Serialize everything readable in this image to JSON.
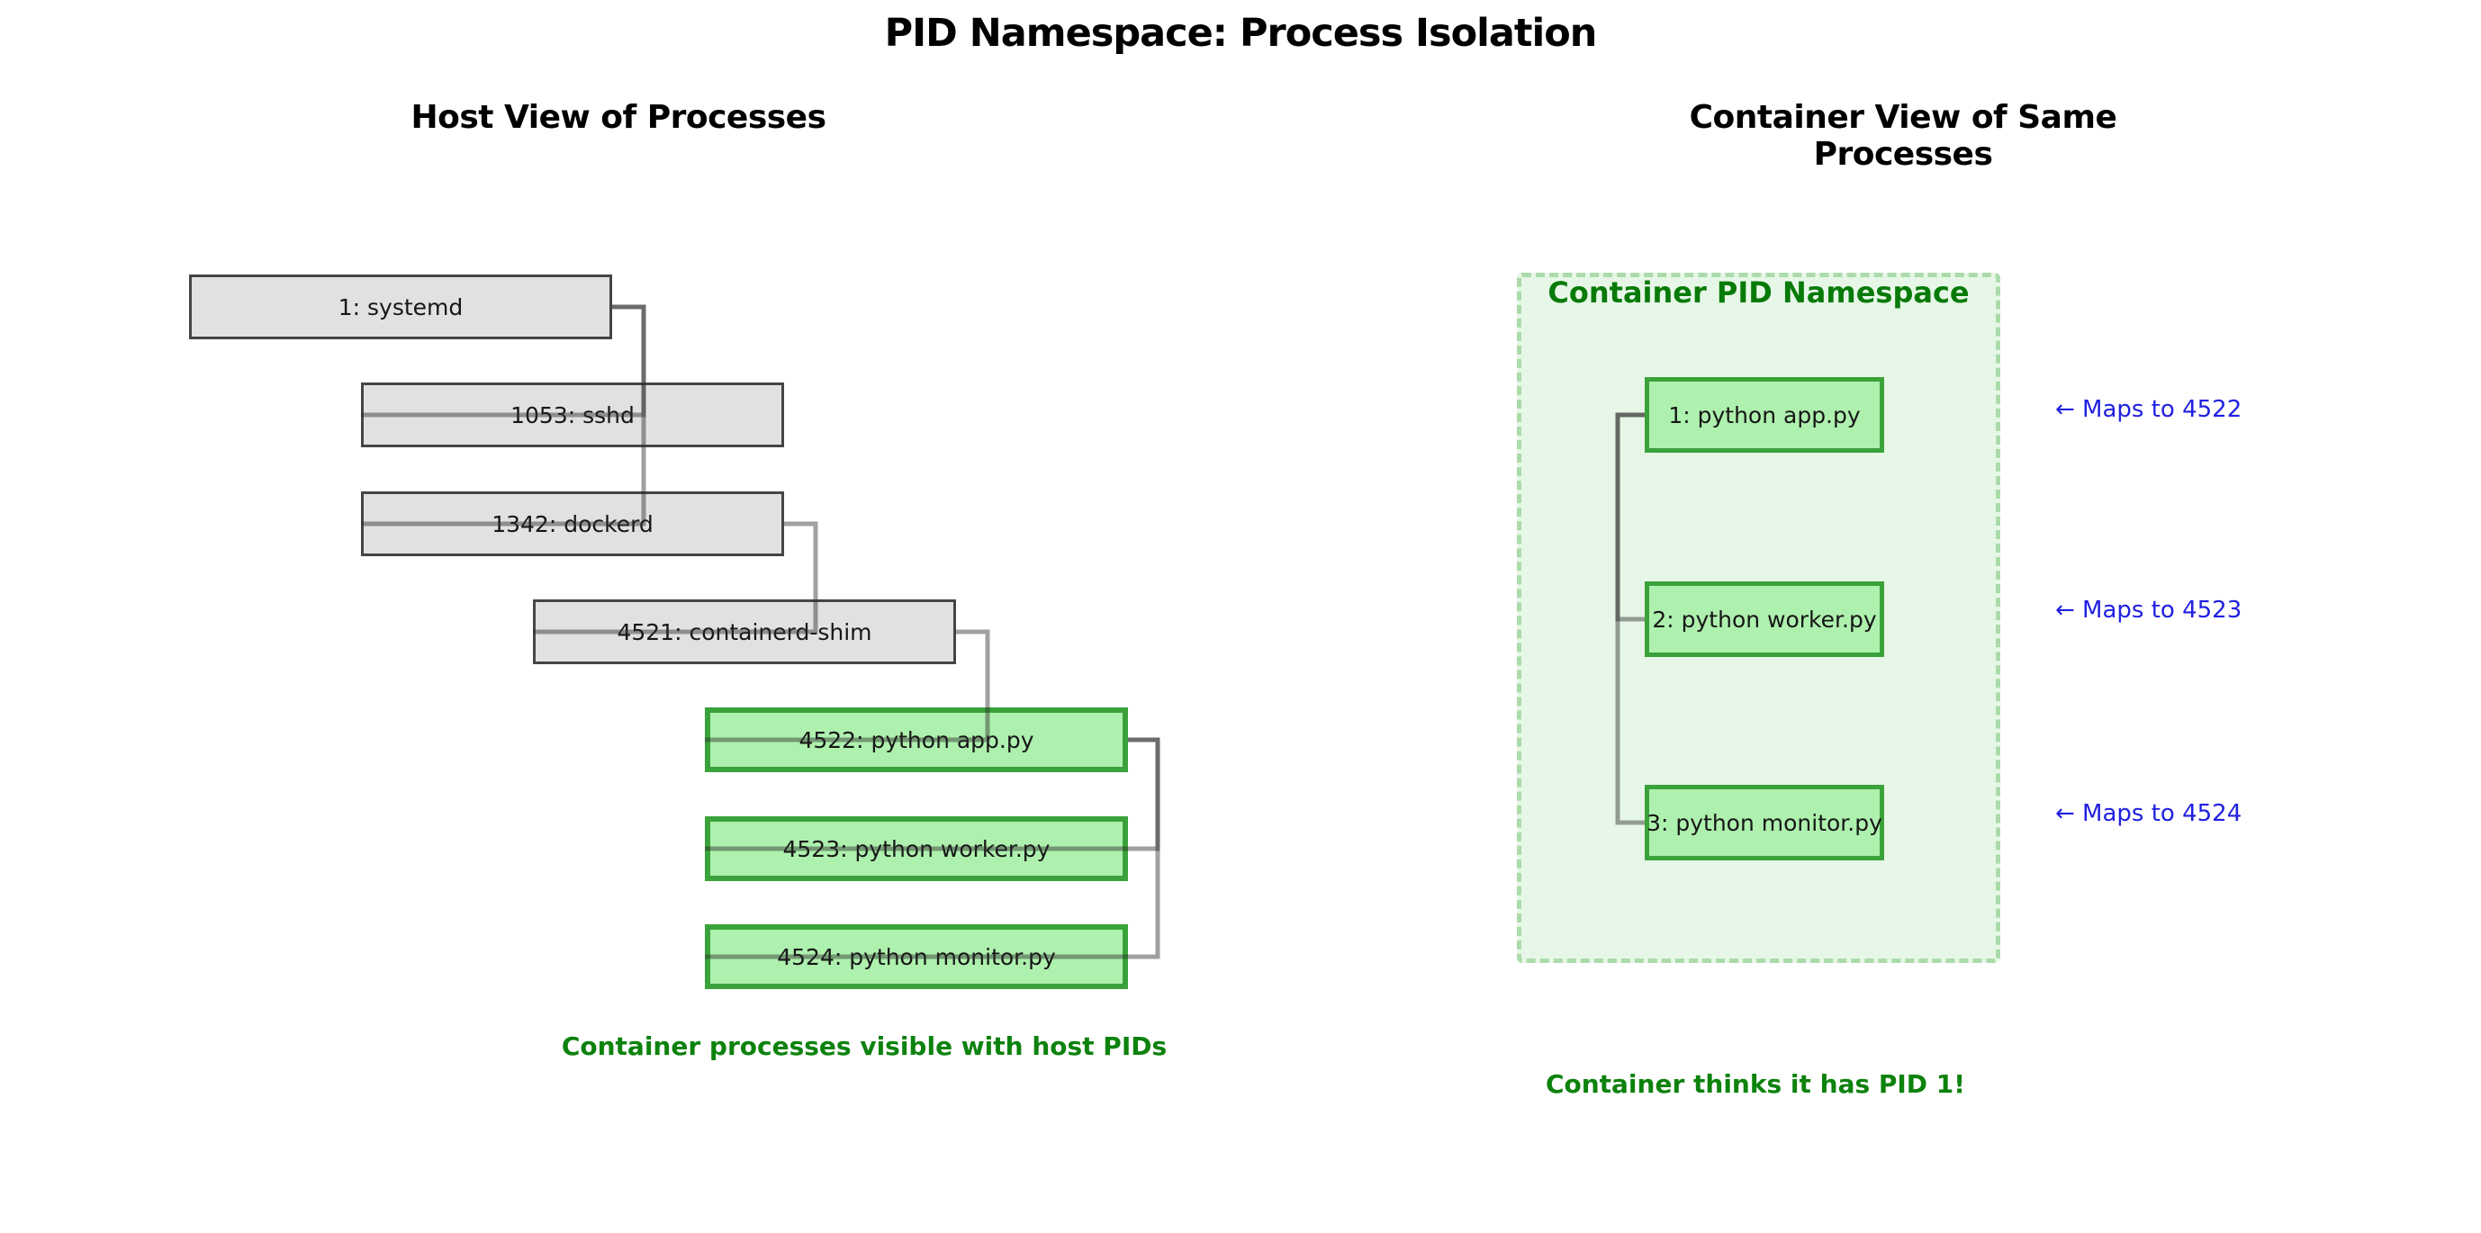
{
  "title": "PID Namespace: Process Isolation",
  "host_panel": {
    "heading": "Host View of Processes",
    "caption": "Container processes visible with host PIDs",
    "processes": [
      {
        "label": "1: systemd"
      },
      {
        "label": "1053: sshd"
      },
      {
        "label": "1342: dockerd"
      },
      {
        "label": "4521: containerd-shim"
      },
      {
        "label": "4522: python app.py"
      },
      {
        "label": "4523: python worker.py"
      },
      {
        "label": "4524: python monitor.py"
      }
    ]
  },
  "container_panel": {
    "heading": "Container View of Same Processes",
    "namespace_label": "Container PID Namespace",
    "caption": "Container thinks it has PID 1!",
    "processes": [
      {
        "label": "1: python app.py",
        "maps_to": "← Maps to 4522"
      },
      {
        "label": "2: python worker.py",
        "maps_to": "← Maps to 4523"
      },
      {
        "label": "3: python monitor.py",
        "maps_to": "← Maps to 4524"
      }
    ]
  },
  "colors": {
    "host_box_fill": "#e1e1e1",
    "host_box_border": "#454545",
    "container_box_fill": "#aef0ae",
    "container_box_border": "#3aa23a",
    "namespace_fill": "#e7f7e7",
    "namespace_border": "#abdbab",
    "namespace_title_green": "#087a08",
    "caption_green": "#0d820d",
    "maps_to_blue": "#2020e0",
    "connector_gray": "#808080"
  }
}
